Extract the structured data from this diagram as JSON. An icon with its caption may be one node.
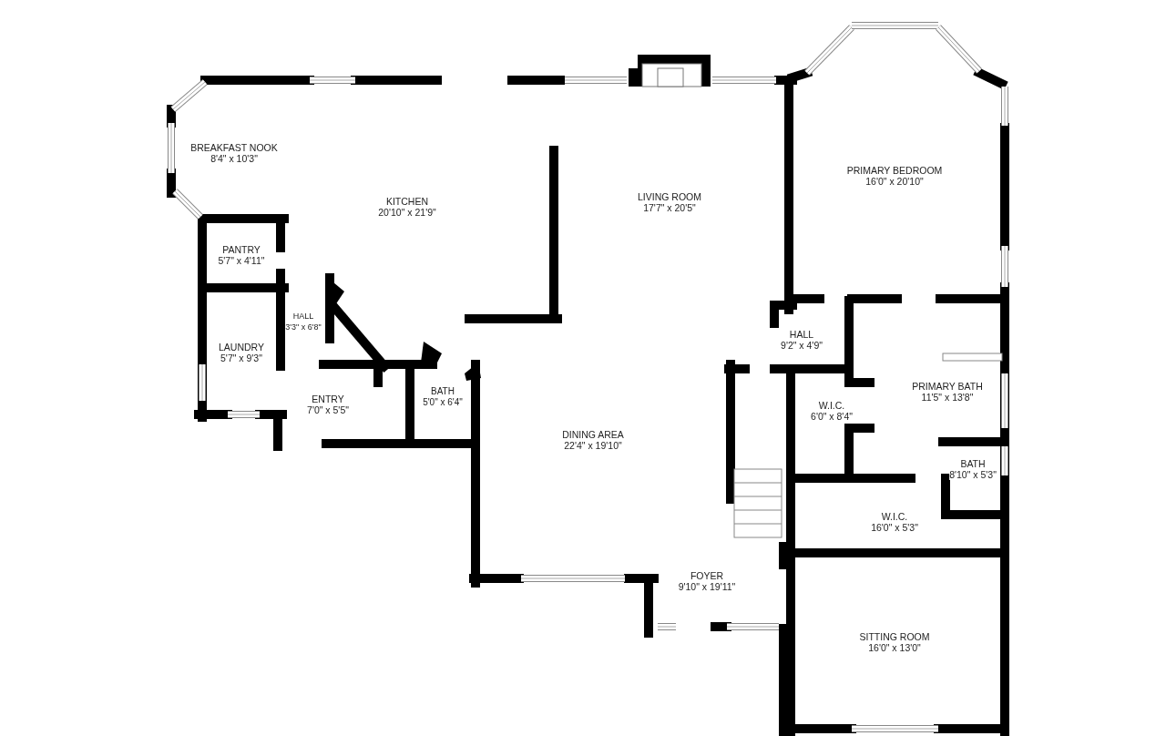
{
  "diagram": {
    "nodes": [
      {
        "text": [
          "BREAKFAST NOOK",
          "8'4\" x 10'3\""
        ]
      },
      {
        "text": [
          "PRIMARY BEDROOM",
          "16'0\" x 20'10\""
        ]
      },
      {
        "text": [
          "LIVING ROOM",
          "17'7\" x 20'5\""
        ]
      },
      {
        "text": [
          "KITCHEN",
          "20'10\" x 21'9\""
        ]
      },
      {
        "text": [
          "PANTRY",
          "5'7\" x 4'11\""
        ]
      },
      {
        "text": [
          "HALL",
          "3'3\" x 6'8\""
        ]
      },
      {
        "text": [
          "LAUNDRY",
          "5'7\" x 9'3\""
        ]
      },
      {
        "text": [
          "HALL",
          "9'2\" x 4'9\""
        ]
      },
      {
        "text": [
          "PRIMARY BATH",
          "11'5\" x 13'8\""
        ]
      },
      {
        "text": [
          "BATH",
          "5'0\" x 6'4\""
        ]
      },
      {
        "text": [
          "ENTRY",
          "7'0\" x 5'5\""
        ]
      },
      {
        "text": [
          "W.I.C.",
          "6'0\" x 8'4\""
        ]
      },
      {
        "text": [
          "DINING AREA",
          "22'4\" x 19'10\""
        ]
      },
      {
        "text": [
          "BATH",
          "8'10\" x 5'3\""
        ]
      },
      {
        "text": [
          "W.I.C.",
          "16'0\" x 5'3\""
        ]
      },
      {
        "text": [
          "FOYER",
          "9'10\" x 19'11\""
        ]
      },
      {
        "text": [
          "SITTING ROOM",
          "16'0\" x 13'0\""
        ]
      }
    ]
  }
}
